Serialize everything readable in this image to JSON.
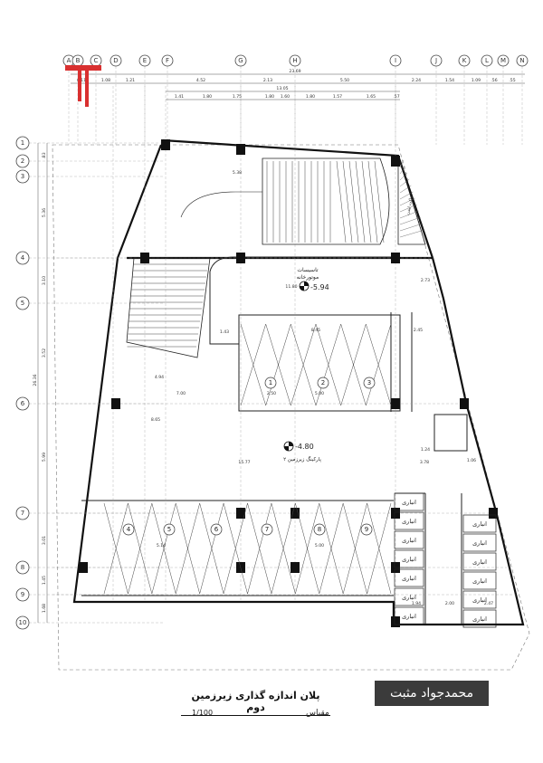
{
  "designer_name": "محمدجواد مثبت",
  "plan_title": "پلان اندازه گذاری زیرزمین دوم",
  "scale_label": "مقیاس",
  "scale_value": "1/100",
  "top_axes": [
    "A",
    "B",
    "C",
    "D",
    "E",
    "F",
    "G",
    "H",
    "I",
    "J",
    "K",
    "L",
    "M",
    "N"
  ],
  "side_axes": [
    "1",
    "2",
    "3",
    "4",
    "5",
    "6",
    "7",
    "8",
    "9",
    "10"
  ],
  "top_dims_row1": [
    "0.11",
    "1.08",
    "1.21",
    "4.52",
    "2.13",
    "5.50",
    "2.24",
    "1.54",
    "1.09",
    ".56",
    ".55"
  ],
  "top_total": "23.69",
  "top_dims_row2": [
    "13.05"
  ],
  "top_dims_row3": [
    "1.41",
    "1.80",
    "1.75",
    "1.80",
    "1.60",
    "1.80",
    "1.57",
    "1.65",
    ".57"
  ],
  "side_dims": [
    ".83",
    "5.36",
    "3.10",
    "3.52",
    "5.99",
    "3.01",
    "1.45",
    "1.68"
  ],
  "side_total": "26.36",
  "levels": {
    "upper": {
      "label": "تاسیسات",
      "sub": "موتورخانه",
      "value": "-5.94"
    },
    "parking": {
      "label": "پارکینگ زیرزمین ۲",
      "value": "-4.80"
    }
  },
  "room_labels": {
    "elevator": "ماکت لیفت"
  },
  "parking_bays_top": [
    "1",
    "2",
    "3"
  ],
  "parking_bays_bottom": [
    "4",
    "5",
    "6",
    "7",
    "8",
    "9"
  ],
  "storage_label": "انباری",
  "interior_dims": [
    "5.38",
    "1.43",
    "8.45",
    "2.50",
    "5.00",
    "7.00",
    "8.65",
    "15.77",
    "3.78",
    "5.14",
    "5.00",
    "2.00",
    "2.47",
    "1.94",
    "2.45",
    "1.24",
    "1.06",
    "11.80",
    "2.73",
    "4.94"
  ]
}
